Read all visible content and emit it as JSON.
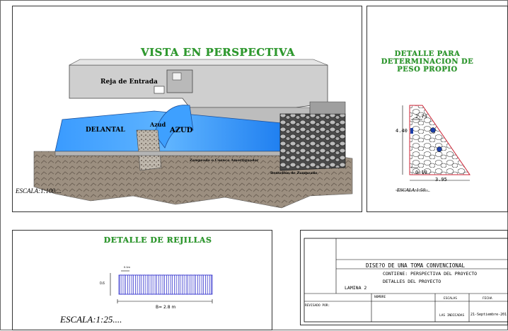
{
  "main_view": {
    "title": "VISTA EN PERSPECTIVA",
    "labels": {
      "reja": "Reja de Entrada",
      "delantal": "DELANTAL",
      "azud_small": "Azud",
      "azud_big": "AZUD",
      "zampeado": "Zampeado o Cuenco Amortiguador",
      "dentellon": "Dentellón de Zampeado"
    },
    "scale": "ESCALA:1:100...."
  },
  "weight_detail": {
    "title_lines": [
      "DETALLE PARA",
      "DETERMINACION DE",
      "PESO PROPIO"
    ],
    "dims": {
      "top": "2.79",
      "height": "4.40",
      "bottom_small": "0.19",
      "bottom_total": "3.95"
    },
    "scale": "ESCALA:1:50...."
  },
  "grate_detail": {
    "title": "DETALLE DE REJILLAS",
    "dims": {
      "bar_spacing": "0.1m",
      "height": "0.6",
      "width": "B= 2.8 m"
    },
    "scale": "ESCALA:1:25....",
    "bar_count": 24
  },
  "title_block": {
    "project": "DISE?O DE UNA TOMA CONVENCIONAL",
    "contains_line1": "CONTIENE: PERSPECTIVA DEL PROYECTO",
    "contains_line2": "DETALLES DEL PROYECTO",
    "sheet": "LAMINA 2",
    "name_label": "NOMBRE",
    "reviewed_label": "REVISADO POR:",
    "scales_label": "ESCALAS",
    "date_label": "FECHA",
    "scales_value": "LAS INDICADAS",
    "date_value": "21-Septiembre-201"
  },
  "colors": {
    "title_green": "#2e9a2e",
    "water": "#2f8dff",
    "wall": "#c9c9c9",
    "ground": "#8a7a6a",
    "frame": "#333333"
  }
}
